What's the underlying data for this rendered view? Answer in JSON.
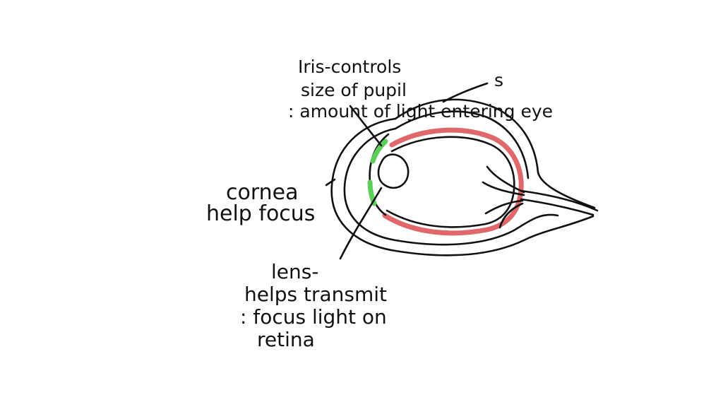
{
  "colors": {
    "ink": "#111111",
    "retina": "#e0686a",
    "iris": "#5ccf5a",
    "background": "#ffffff"
  },
  "labels": {
    "iris_line1": "Iris-controls",
    "iris_line2": "size of pupil",
    "iris_line3": ": amount of light entering eye",
    "top_label": "s",
    "cornea_line1": "cornea",
    "cornea_line2": "help focus",
    "lens_line1": "lens-",
    "lens_line2": "helps transmit",
    "lens_line3": ": focus light on",
    "lens_line4": "retina"
  }
}
